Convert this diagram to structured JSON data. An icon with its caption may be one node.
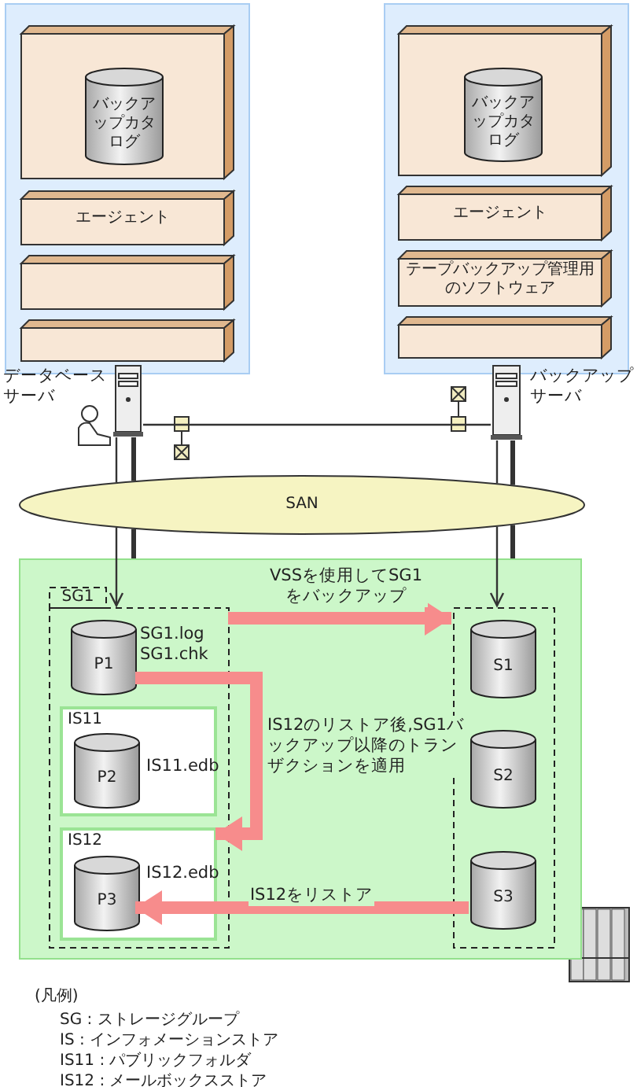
{
  "diagram": {
    "nodes": [
      {
        "text": [],
        "shape": "box"
      },
      {
        "text": [],
        "shape": "box",
        "in": 0
      },
      {
        "text": [
          "バックアップカタログ"
        ],
        "in": 1
      },
      {
        "text": [
          "エージェント"
        ],
        "in": 0
      },
      {
        "text": [],
        "shape": "box",
        "in": 0
      },
      {
        "text": [],
        "shape": "box",
        "in": 0
      },
      {
        "text": [],
        "shape": "box"
      },
      {
        "text": [],
        "shape": "box",
        "in": 6
      },
      {
        "text": [
          "バックアップカタログ"
        ],
        "in": 7
      },
      {
        "text": [
          "エージェント"
        ],
        "in": 6
      },
      {
        "text": [
          "テープバックアップ管理用のソフトウェア"
        ],
        "in": 6
      },
      {
        "text": [],
        "shape": "box",
        "in": 6
      },
      {
        "text": [],
        "shape": "server",
        "beside": [
          "データベースサーバ"
        ]
      },
      {
        "text": [],
        "shape": "server",
        "beside": [
          "バックアップサーバ"
        ]
      },
      {
        "text": [
          "SAN"
        ]
      },
      {
        "text": [],
        "shape": "box"
      },
      {
        "text": [
          "SG1"
        ],
        "in": 15
      },
      {
        "text": [
          "P1"
        ],
        "beside": [
          "SG1.log SG1.chk"
        ],
        "in": 16
      },
      {
        "text": [
          "IS11"
        ],
        "in": 16
      },
      {
        "text": [
          "P2"
        ],
        "beside": [
          "IS11.edb"
        ],
        "in": 18
      },
      {
        "text": [
          "IS12"
        ],
        "in": 16
      },
      {
        "text": [
          "P3"
        ],
        "beside": [
          "IS12.edb"
        ],
        "in": 20
      },
      {
        "text": [],
        "shape": "box",
        "in": 15
      },
      {
        "text": [
          "S1"
        ],
        "in": 22
      },
      {
        "text": [
          "S2"
        ],
        "in": 22
      },
      {
        "text": [
          "S3"
        ],
        "in": 22
      }
    ],
    "edges": [
      {
        "from": 12,
        "to": 13,
        "arrow": "none"
      },
      {
        "from": 12,
        "to": 14,
        "arrow": "none"
      },
      {
        "from": 14,
        "to": 15,
        "arrow": "none"
      },
      {
        "from": 13,
        "to": 14,
        "arrow": "none"
      },
      {
        "from": 14,
        "to": 15,
        "arrow": "none"
      },
      {
        "from": 12,
        "to": 14,
        "arrow": "none"
      },
      {
        "from": 13,
        "to": 14,
        "arrow": "none"
      },
      {
        "from": 16,
        "to": 22,
        "arrow": "to",
        "label": "VSSを使用してSG1をバックアップ",
        "style": "thick",
        "color": "#f78c8c"
      },
      {
        "from": 17,
        "to": 20,
        "arrow": "to",
        "label": "IS12のリストア後,SG1バックアップ以降のトランザクションを適用",
        "style": "thick",
        "color": "#f78c8c"
      },
      {
        "from": 25,
        "to": 21,
        "arrow": "to",
        "label": "IS12をリストア",
        "style": "thick",
        "color": "#f78c8c"
      },
      {
        "from": 14,
        "to": 16,
        "arrow": "to"
      },
      {
        "from": 14,
        "to": 22,
        "arrow": "to"
      }
    ],
    "labels": [
      "(凡例)",
      "SG : ストレージグループ",
      "IS : インフォメーションストア",
      "IS11 : パブリックフォルダ",
      "IS12 : メールボックスストア"
    ]
  }
}
